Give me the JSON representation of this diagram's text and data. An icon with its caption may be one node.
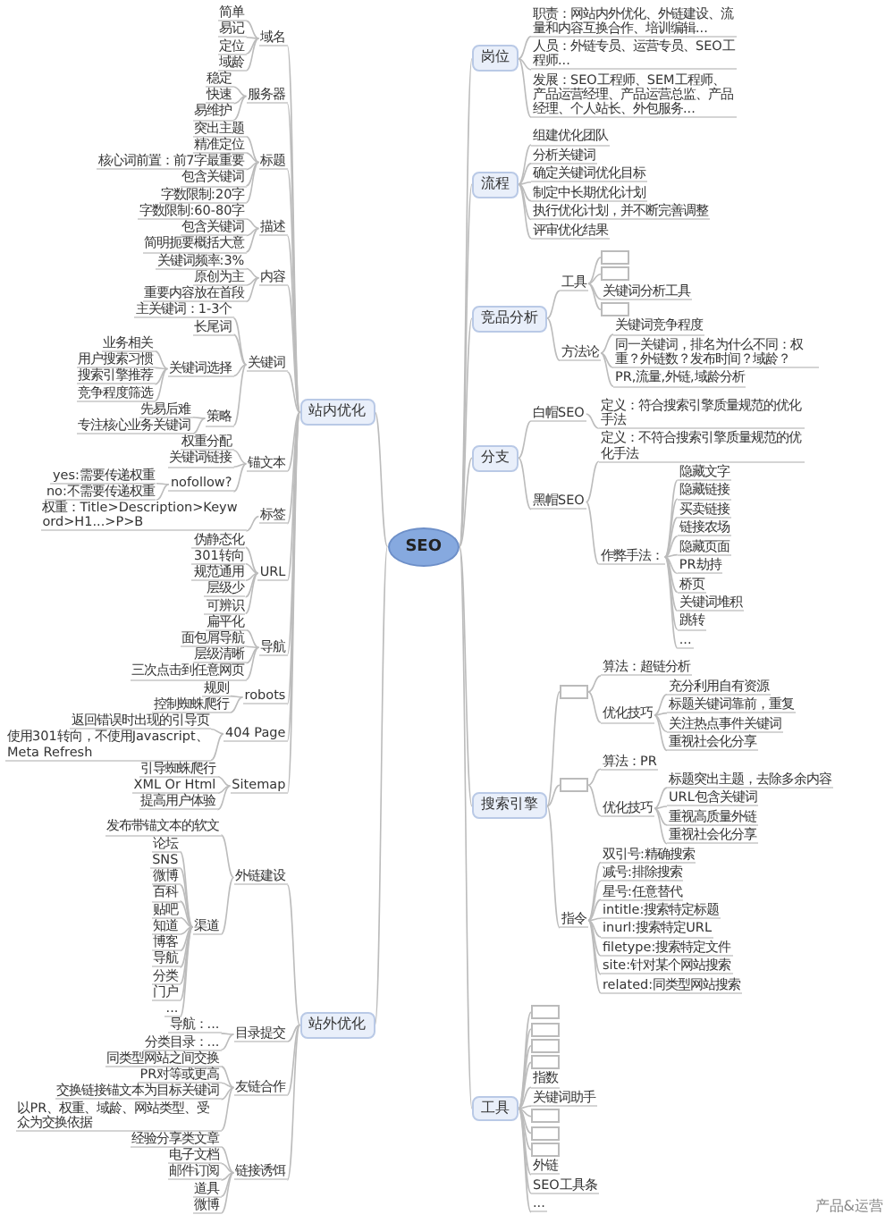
{
  "diagram": {
    "nodes": [
      {
        "text": [
          "SEO"
        ]
      },
      {
        "text": [
          "岗位"
        ]
      },
      {
        "text": [
          "职责：网站内外优化、外链建设、流量和内容互换合作、培训编辑..."
        ]
      },
      {
        "text": [
          "人员：外链专员、运营专员、SEO工程师..."
        ]
      },
      {
        "text": [
          "发展：SEO工程师、SEM工程师、产品运营经理、产品运营总监、产品经理、个人站长、外包服务..."
        ]
      },
      {
        "text": [
          "流程"
        ]
      },
      {
        "text": [
          "组建优化团队"
        ]
      },
      {
        "text": [
          "分析关键词"
        ]
      },
      {
        "text": [
          "确定关键词优化目标"
        ]
      },
      {
        "text": [
          "制定中长期优化计划"
        ]
      },
      {
        "text": [
          "执行优化计划，并不断完善调整"
        ]
      },
      {
        "text": [
          "评审优化结果"
        ]
      },
      {
        "text": [
          "竞品分析"
        ]
      },
      {
        "text": [
          "工具"
        ]
      },
      {
        "text": [],
        "shape": "box"
      },
      {
        "text": [],
        "shape": "box"
      },
      {
        "text": [
          "关键词分析工具"
        ]
      },
      {
        "text": [],
        "shape": "box"
      },
      {
        "text": [
          "方法论"
        ]
      },
      {
        "text": [
          "关键词竞争程度"
        ]
      },
      {
        "text": [
          "同一关键词，排名为什么不同：权重？外链数？发布时间？域龄？"
        ]
      },
      {
        "text": [
          "PR,流量,外链,域龄分析"
        ]
      },
      {
        "text": [
          "分支"
        ]
      },
      {
        "text": [
          "白帽SEO"
        ]
      },
      {
        "text": [
          "定义：符合搜索引擎质量规范的优化手法"
        ]
      },
      {
        "text": [
          "黑帽SEO"
        ]
      },
      {
        "text": [
          "定义：不符合搜索引擎质量规范的优化手法"
        ]
      },
      {
        "text": [
          "作弊手法："
        ]
      },
      {
        "text": [
          "隐藏文字"
        ]
      },
      {
        "text": [
          "隐藏链接"
        ]
      },
      {
        "text": [
          "买卖链接"
        ]
      },
      {
        "text": [
          "链接农场"
        ]
      },
      {
        "text": [
          "隐藏页面"
        ]
      },
      {
        "text": [
          "PR劫持"
        ]
      },
      {
        "text": [
          "桥页"
        ]
      },
      {
        "text": [
          "关键词堆积"
        ]
      },
      {
        "text": [
          "跳转"
        ]
      },
      {
        "text": [
          "..."
        ]
      },
      {
        "text": [
          "搜索引擎"
        ]
      },
      {
        "text": [],
        "shape": "box"
      },
      {
        "text": [
          "算法：超链分析"
        ]
      },
      {
        "text": [
          "优化技巧"
        ]
      },
      {
        "text": [
          "充分利用自有资源"
        ]
      },
      {
        "text": [
          "标题关键词靠前，重复"
        ]
      },
      {
        "text": [
          "关注热点事件关键词"
        ]
      },
      {
        "text": [
          "重视社会化分享"
        ]
      },
      {
        "text": [],
        "shape": "box"
      },
      {
        "text": [
          "算法：PR"
        ]
      },
      {
        "text": [
          "优化技巧"
        ]
      },
      {
        "text": [
          "标题突出主题，去除多余内容"
        ]
      },
      {
        "text": [
          "URL包含关键词"
        ]
      },
      {
        "text": [
          "重视高质量外链"
        ]
      },
      {
        "text": [
          "重视社会化分享"
        ]
      },
      {
        "text": [
          "指令"
        ]
      },
      {
        "text": [
          "双引号:精确搜索"
        ]
      },
      {
        "text": [
          "减号:排除搜索"
        ]
      },
      {
        "text": [
          "星号:任意替代"
        ]
      },
      {
        "text": [
          "intitle:搜索特定标题"
        ]
      },
      {
        "text": [
          "inurl:搜索特定URL"
        ]
      },
      {
        "text": [
          "filetype:搜索特定文件"
        ]
      },
      {
        "text": [
          "site:针对某个网站搜索"
        ]
      },
      {
        "text": [
          "related:同类型网站搜索"
        ]
      },
      {
        "text": [
          "工具"
        ]
      },
      {
        "text": [],
        "shape": "box"
      },
      {
        "text": [],
        "shape": "box"
      },
      {
        "text": [],
        "shape": "box"
      },
      {
        "text": [],
        "shape": "box"
      },
      {
        "text": [
          "指数"
        ]
      },
      {
        "text": [
          "关键词助手"
        ]
      },
      {
        "text": [],
        "shape": "box"
      },
      {
        "text": [],
        "shape": "box"
      },
      {
        "text": [],
        "shape": "box"
      },
      {
        "text": [
          "外链"
        ]
      },
      {
        "text": [
          "SEO工具条"
        ]
      },
      {
        "text": [
          "..."
        ]
      },
      {
        "text": [
          "站内优化"
        ]
      },
      {
        "text": [
          "域名"
        ]
      },
      {
        "text": [
          "简单"
        ]
      },
      {
        "text": [
          "易记"
        ]
      },
      {
        "text": [
          "定位"
        ]
      },
      {
        "text": [
          "域龄"
        ]
      },
      {
        "text": [
          "服务器"
        ]
      },
      {
        "text": [
          "稳定"
        ]
      },
      {
        "text": [
          "快速"
        ]
      },
      {
        "text": [
          "易维护"
        ]
      },
      {
        "text": [
          "标题"
        ]
      },
      {
        "text": [
          "突出主题"
        ]
      },
      {
        "text": [
          "精准定位"
        ]
      },
      {
        "text": [
          "核心词前置：前7字最重要"
        ]
      },
      {
        "text": [
          "包含关键词"
        ]
      },
      {
        "text": [
          "字数限制:20字"
        ]
      },
      {
        "text": [
          "描述"
        ]
      },
      {
        "text": [
          "字数限制:60-80字"
        ]
      },
      {
        "text": [
          "包含关键词"
        ]
      },
      {
        "text": [
          "简明扼要概括大意"
        ]
      },
      {
        "text": [
          "内容"
        ]
      },
      {
        "text": [
          "关键词频率:3%"
        ]
      },
      {
        "text": [
          "原创为主"
        ]
      },
      {
        "text": [
          "重要内容放在首段"
        ]
      },
      {
        "text": [
          "关键词"
        ]
      },
      {
        "text": [
          "主关键词：1-3个"
        ]
      },
      {
        "text": [
          "长尾词"
        ]
      },
      {
        "text": [
          "关键词选择"
        ]
      },
      {
        "text": [
          "业务相关"
        ]
      },
      {
        "text": [
          "用户搜索习惯"
        ]
      },
      {
        "text": [
          "搜索引擎推荐"
        ]
      },
      {
        "text": [
          "竞争程度筛选"
        ]
      },
      {
        "text": [
          "策略"
        ]
      },
      {
        "text": [
          "先易后难"
        ]
      },
      {
        "text": [
          "专注核心业务关键词"
        ]
      },
      {
        "text": [
          "锚文本"
        ]
      },
      {
        "text": [
          "权重分配"
        ]
      },
      {
        "text": [
          "关键词链接"
        ]
      },
      {
        "text": [
          "nofollow?"
        ]
      },
      {
        "text": [
          "yes:需要传递权重"
        ]
      },
      {
        "text": [
          "no:不需要传递权重"
        ]
      },
      {
        "text": [
          "标签"
        ]
      },
      {
        "text": [
          "权重：Title>Description>Keyword>H1...>P>B"
        ]
      },
      {
        "text": [
          "URL"
        ]
      },
      {
        "text": [
          "伪静态化"
        ]
      },
      {
        "text": [
          "301转向"
        ]
      },
      {
        "text": [
          "规范通用"
        ]
      },
      {
        "text": [
          "层级少"
        ]
      },
      {
        "text": [
          "可辨识"
        ]
      },
      {
        "text": [
          "导航"
        ]
      },
      {
        "text": [
          "扁平化"
        ]
      },
      {
        "text": [
          "面包屑导航"
        ]
      },
      {
        "text": [
          "层级清晰"
        ]
      },
      {
        "text": [
          "三次点击到任意网页"
        ]
      },
      {
        "text": [
          "robots"
        ]
      },
      {
        "text": [
          "规则"
        ]
      },
      {
        "text": [
          "控制蜘蛛爬行"
        ]
      },
      {
        "text": [
          "404 Page"
        ]
      },
      {
        "text": [
          "返回错误时出现的引导页"
        ]
      },
      {
        "text": [
          "使用301转向，不使用Javascript、Meta Refresh"
        ]
      },
      {
        "text": [
          "Sitemap"
        ]
      },
      {
        "text": [
          "引导蜘蛛爬行"
        ]
      },
      {
        "text": [
          "XML Or Html"
        ]
      },
      {
        "text": [
          "提高用户体验"
        ]
      },
      {
        "text": [
          "站外优化"
        ]
      },
      {
        "text": [
          "外链建设"
        ]
      },
      {
        "text": [
          "发布带锚文本的软文"
        ]
      },
      {
        "text": [
          "渠道"
        ]
      },
      {
        "text": [
          "论坛"
        ]
      },
      {
        "text": [
          "SNS"
        ]
      },
      {
        "text": [
          "微博"
        ]
      },
      {
        "text": [
          "百科"
        ]
      },
      {
        "text": [
          "贴吧"
        ]
      },
      {
        "text": [
          "知道"
        ]
      },
      {
        "text": [
          "博客"
        ]
      },
      {
        "text": [
          "导航"
        ]
      },
      {
        "text": [
          "分类"
        ]
      },
      {
        "text": [
          "门户"
        ]
      },
      {
        "text": [
          "..."
        ]
      },
      {
        "text": [
          "目录提交"
        ]
      },
      {
        "text": [
          "导航：..."
        ]
      },
      {
        "text": [
          "分类目录：..."
        ]
      },
      {
        "text": [
          "友链合作"
        ]
      },
      {
        "text": [
          "同类型网站之间交换"
        ]
      },
      {
        "text": [
          "PR对等或更高"
        ]
      },
      {
        "text": [
          "交换链接锚文本为目标关键词"
        ]
      },
      {
        "text": [
          "以PR、权重、域龄、网站类型、受众为交换依据"
        ]
      },
      {
        "text": [
          "链接诱饵"
        ]
      },
      {
        "text": [
          "经验分享类文章"
        ]
      },
      {
        "text": [
          "电子文档"
        ]
      },
      {
        "text": [
          "邮件订阅"
        ]
      },
      {
        "text": [
          "道具"
        ]
      },
      {
        "text": [
          "微博"
        ]
      }
    ],
    "edges": [
      {
        "from": 0,
        "to": 1,
        "arrow": "none"
      },
      {
        "from": 1,
        "to": 2,
        "arrow": "none"
      },
      {
        "from": 1,
        "to": 3,
        "arrow": "none"
      },
      {
        "from": 1,
        "to": 4,
        "arrow": "none"
      },
      {
        "from": 0,
        "to": 5,
        "arrow": "none"
      },
      {
        "from": 5,
        "to": 6,
        "arrow": "none"
      },
      {
        "from": 5,
        "to": 7,
        "arrow": "none"
      },
      {
        "from": 5,
        "to": 8,
        "arrow": "none"
      },
      {
        "from": 5,
        "to": 9,
        "arrow": "none"
      },
      {
        "from": 5,
        "to": 10,
        "arrow": "none"
      },
      {
        "from": 5,
        "to": 11,
        "arrow": "none"
      },
      {
        "from": 0,
        "to": 12,
        "arrow": "none"
      },
      {
        "from": 12,
        "to": 13,
        "arrow": "none"
      },
      {
        "from": 13,
        "to": 14,
        "arrow": "none"
      },
      {
        "from": 13,
        "to": 15,
        "arrow": "none"
      },
      {
        "from": 13,
        "to": 16,
        "arrow": "none"
      },
      {
        "from": 13,
        "to": 17,
        "arrow": "none"
      },
      {
        "from": 12,
        "to": 18,
        "arrow": "none"
      },
      {
        "from": 18,
        "to": 19,
        "arrow": "none"
      },
      {
        "from": 18,
        "to": 20,
        "arrow": "none"
      },
      {
        "from": 18,
        "to": 21,
        "arrow": "none"
      },
      {
        "from": 0,
        "to": 22,
        "arrow": "none"
      },
      {
        "from": 22,
        "to": 23,
        "arrow": "none"
      },
      {
        "from": 23,
        "to": 24,
        "arrow": "none"
      },
      {
        "from": 22,
        "to": 25,
        "arrow": "none"
      },
      {
        "from": 25,
        "to": 26,
        "arrow": "none"
      },
      {
        "from": 25,
        "to": 27,
        "arrow": "none"
      },
      {
        "from": 27,
        "to": 28,
        "arrow": "none"
      },
      {
        "from": 27,
        "to": 29,
        "arrow": "none"
      },
      {
        "from": 27,
        "to": 30,
        "arrow": "none"
      },
      {
        "from": 27,
        "to": 31,
        "arrow": "none"
      },
      {
        "from": 27,
        "to": 32,
        "arrow": "none"
      },
      {
        "from": 27,
        "to": 33,
        "arrow": "none"
      },
      {
        "from": 27,
        "to": 34,
        "arrow": "none"
      },
      {
        "from": 27,
        "to": 35,
        "arrow": "none"
      },
      {
        "from": 27,
        "to": 36,
        "arrow": "none"
      },
      {
        "from": 27,
        "to": 37,
        "arrow": "none"
      },
      {
        "from": 0,
        "to": 38,
        "arrow": "none"
      },
      {
        "from": 38,
        "to": 39,
        "arrow": "none"
      },
      {
        "from": 39,
        "to": 40,
        "arrow": "none"
      },
      {
        "from": 39,
        "to": 41,
        "arrow": "none"
      },
      {
        "from": 41,
        "to": 42,
        "arrow": "none"
      },
      {
        "from": 41,
        "to": 43,
        "arrow": "none"
      },
      {
        "from": 41,
        "to": 44,
        "arrow": "none"
      },
      {
        "from": 41,
        "to": 45,
        "arrow": "none"
      },
      {
        "from": 38,
        "to": 46,
        "arrow": "none"
      },
      {
        "from": 46,
        "to": 47,
        "arrow": "none"
      },
      {
        "from": 46,
        "to": 48,
        "arrow": "none"
      },
      {
        "from": 48,
        "to": 49,
        "arrow": "none"
      },
      {
        "from": 48,
        "to": 50,
        "arrow": "none"
      },
      {
        "from": 48,
        "to": 51,
        "arrow": "none"
      },
      {
        "from": 48,
        "to": 52,
        "arrow": "none"
      },
      {
        "from": 38,
        "to": 53,
        "arrow": "none"
      },
      {
        "from": 53,
        "to": 54,
        "arrow": "none"
      },
      {
        "from": 53,
        "to": 55,
        "arrow": "none"
      },
      {
        "from": 53,
        "to": 56,
        "arrow": "none"
      },
      {
        "from": 53,
        "to": 57,
        "arrow": "none"
      },
      {
        "from": 53,
        "to": 58,
        "arrow": "none"
      },
      {
        "from": 53,
        "to": 59,
        "arrow": "none"
      },
      {
        "from": 53,
        "to": 60,
        "arrow": "none"
      },
      {
        "from": 53,
        "to": 61,
        "arrow": "none"
      },
      {
        "from": 0,
        "to": 62,
        "arrow": "none"
      },
      {
        "from": 62,
        "to": 63,
        "arrow": "none"
      },
      {
        "from": 62,
        "to": 64,
        "arrow": "none"
      },
      {
        "from": 62,
        "to": 65,
        "arrow": "none"
      },
      {
        "from": 62,
        "to": 66,
        "arrow": "none"
      },
      {
        "from": 62,
        "to": 67,
        "arrow": "none"
      },
      {
        "from": 62,
        "to": 68,
        "arrow": "none"
      },
      {
        "from": 62,
        "to": 69,
        "arrow": "none"
      },
      {
        "from": 62,
        "to": 70,
        "arrow": "none"
      },
      {
        "from": 62,
        "to": 71,
        "arrow": "none"
      },
      {
        "from": 62,
        "to": 72,
        "arrow": "none"
      },
      {
        "from": 62,
        "to": 73,
        "arrow": "none"
      },
      {
        "from": 62,
        "to": 74,
        "arrow": "none"
      },
      {
        "from": 0,
        "to": 75,
        "arrow": "none"
      },
      {
        "from": 75,
        "to": 76,
        "arrow": "none"
      },
      {
        "from": 76,
        "to": 77,
        "arrow": "none"
      },
      {
        "from": 76,
        "to": 78,
        "arrow": "none"
      },
      {
        "from": 76,
        "to": 79,
        "arrow": "none"
      },
      {
        "from": 76,
        "to": 80,
        "arrow": "none"
      },
      {
        "from": 75,
        "to": 81,
        "arrow": "none"
      },
      {
        "from": 81,
        "to": 82,
        "arrow": "none"
      },
      {
        "from": 81,
        "to": 83,
        "arrow": "none"
      },
      {
        "from": 81,
        "to": 84,
        "arrow": "none"
      },
      {
        "from": 75,
        "to": 85,
        "arrow": "none"
      },
      {
        "from": 85,
        "to": 86,
        "arrow": "none"
      },
      {
        "from": 85,
        "to": 87,
        "arrow": "none"
      },
      {
        "from": 85,
        "to": 88,
        "arrow": "none"
      },
      {
        "from": 85,
        "to": 89,
        "arrow": "none"
      },
      {
        "from": 85,
        "to": 90,
        "arrow": "none"
      },
      {
        "from": 75,
        "to": 91,
        "arrow": "none"
      },
      {
        "from": 91,
        "to": 92,
        "arrow": "none"
      },
      {
        "from": 91,
        "to": 93,
        "arrow": "none"
      },
      {
        "from": 91,
        "to": 94,
        "arrow": "none"
      },
      {
        "from": 75,
        "to": 95,
        "arrow": "none"
      },
      {
        "from": 95,
        "to": 96,
        "arrow": "none"
      },
      {
        "from": 95,
        "to": 97,
        "arrow": "none"
      },
      {
        "from": 95,
        "to": 98,
        "arrow": "none"
      },
      {
        "from": 75,
        "to": 99,
        "arrow": "none"
      },
      {
        "from": 99,
        "to": 100,
        "arrow": "none"
      },
      {
        "from": 99,
        "to": 101,
        "arrow": "none"
      },
      {
        "from": 99,
        "to": 102,
        "arrow": "none"
      },
      {
        "from": 102,
        "to": 103,
        "arrow": "none"
      },
      {
        "from": 102,
        "to": 104,
        "arrow": "none"
      },
      {
        "from": 102,
        "to": 105,
        "arrow": "none"
      },
      {
        "from": 102,
        "to": 106,
        "arrow": "none"
      },
      {
        "from": 99,
        "to": 107,
        "arrow": "none"
      },
      {
        "from": 107,
        "to": 108,
        "arrow": "none"
      },
      {
        "from": 107,
        "to": 109,
        "arrow": "none"
      },
      {
        "from": 75,
        "to": 110,
        "arrow": "none"
      },
      {
        "from": 110,
        "to": 111,
        "arrow": "none"
      },
      {
        "from": 110,
        "to": 112,
        "arrow": "none"
      },
      {
        "from": 110,
        "to": 113,
        "arrow": "none"
      },
      {
        "from": 113,
        "to": 114,
        "arrow": "none"
      },
      {
        "from": 113,
        "to": 115,
        "arrow": "none"
      },
      {
        "from": 75,
        "to": 116,
        "arrow": "none"
      },
      {
        "from": 116,
        "to": 117,
        "arrow": "none"
      },
      {
        "from": 75,
        "to": 118,
        "arrow": "none"
      },
      {
        "from": 118,
        "to": 119,
        "arrow": "none"
      },
      {
        "from": 118,
        "to": 120,
        "arrow": "none"
      },
      {
        "from": 118,
        "to": 121,
        "arrow": "none"
      },
      {
        "from": 118,
        "to": 122,
        "arrow": "none"
      },
      {
        "from": 118,
        "to": 123,
        "arrow": "none"
      },
      {
        "from": 75,
        "to": 124,
        "arrow": "none"
      },
      {
        "from": 124,
        "to": 125,
        "arrow": "none"
      },
      {
        "from": 124,
        "to": 126,
        "arrow": "none"
      },
      {
        "from": 124,
        "to": 127,
        "arrow": "none"
      },
      {
        "from": 124,
        "to": 128,
        "arrow": "none"
      },
      {
        "from": 75,
        "to": 129,
        "arrow": "none"
      },
      {
        "from": 129,
        "to": 130,
        "arrow": "none"
      },
      {
        "from": 129,
        "to": 131,
        "arrow": "none"
      },
      {
        "from": 75,
        "to": 132,
        "arrow": "none"
      },
      {
        "from": 132,
        "to": 133,
        "arrow": "none"
      },
      {
        "from": 132,
        "to": 134,
        "arrow": "none"
      },
      {
        "from": 75,
        "to": 135,
        "arrow": "none"
      },
      {
        "from": 135,
        "to": 136,
        "arrow": "none"
      },
      {
        "from": 135,
        "to": 137,
        "arrow": "none"
      },
      {
        "from": 135,
        "to": 138,
        "arrow": "none"
      },
      {
        "from": 0,
        "to": 139,
        "arrow": "none"
      },
      {
        "from": 139,
        "to": 140,
        "arrow": "none"
      },
      {
        "from": 140,
        "to": 141,
        "arrow": "none"
      },
      {
        "from": 140,
        "to": 142,
        "arrow": "none"
      },
      {
        "from": 142,
        "to": 143,
        "arrow": "none"
      },
      {
        "from": 142,
        "to": 144,
        "arrow": "none"
      },
      {
        "from": 142,
        "to": 145,
        "arrow": "none"
      },
      {
        "from": 142,
        "to": 146,
        "arrow": "none"
      },
      {
        "from": 142,
        "to": 147,
        "arrow": "none"
      },
      {
        "from": 142,
        "to": 148,
        "arrow": "none"
      },
      {
        "from": 142,
        "to": 149,
        "arrow": "none"
      },
      {
        "from": 142,
        "to": 150,
        "arrow": "none"
      },
      {
        "from": 142,
        "to": 151,
        "arrow": "none"
      },
      {
        "from": 142,
        "to": 152,
        "arrow": "none"
      },
      {
        "from": 142,
        "to": 153,
        "arrow": "none"
      },
      {
        "from": 139,
        "to": 154,
        "arrow": "none"
      },
      {
        "from": 154,
        "to": 155,
        "arrow": "none"
      },
      {
        "from": 154,
        "to": 156,
        "arrow": "none"
      },
      {
        "from": 139,
        "to": 157,
        "arrow": "none"
      },
      {
        "from": 157,
        "to": 158,
        "arrow": "none"
      },
      {
        "from": 157,
        "to": 159,
        "arrow": "none"
      },
      {
        "from": 157,
        "to": 160,
        "arrow": "none"
      },
      {
        "from": 157,
        "to": 161,
        "arrow": "none"
      },
      {
        "from": 139,
        "to": 162,
        "arrow": "none"
      },
      {
        "from": 162,
        "to": 163,
        "arrow": "none"
      },
      {
        "from": 162,
        "to": 164,
        "arrow": "none"
      },
      {
        "from": 162,
        "to": 165,
        "arrow": "none"
      },
      {
        "from": 162,
        "to": 166,
        "arrow": "none"
      },
      {
        "from": 162,
        "to": 167,
        "arrow": "none"
      }
    ],
    "labels": [
      "产品&运营"
    ]
  }
}
